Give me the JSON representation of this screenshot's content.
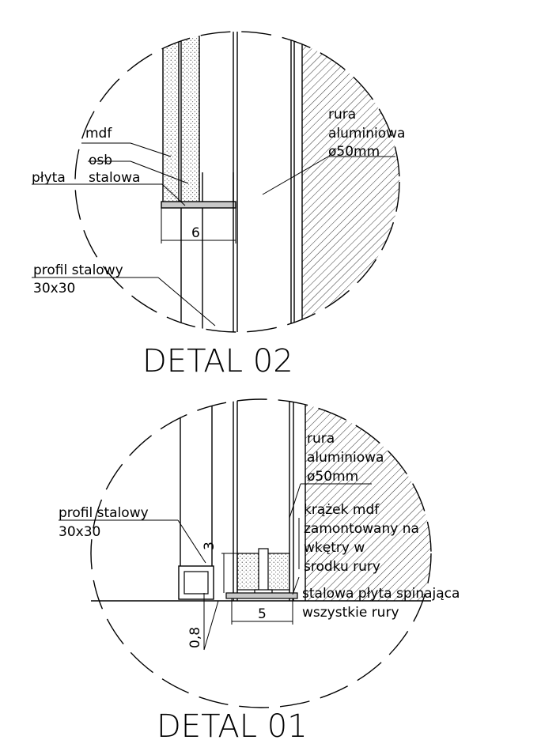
{
  "detail_top": {
    "title": "DETAL 02",
    "labels": {
      "mdf": "mdf",
      "osb": "osb",
      "plyta": "płyta",
      "stalowa": "stalowa",
      "rura_1": "rura",
      "rura_2": "aluminiowa",
      "rura_3": "ø50mm",
      "profil_1": "profil stalowy",
      "profil_2": "30x30",
      "dim_6": "6"
    }
  },
  "detail_bottom": {
    "title": "DETAL 01",
    "labels": {
      "rura_1": "rura",
      "rura_2": "aluminiowa",
      "rura_3": "ø50mm",
      "profil_1": "profil stalowy",
      "profil_2": "30x30",
      "krazek_1": "krążek mdf",
      "krazek_2": "zamontowany na",
      "krazek_3": "wkętry w",
      "krazek_4": "środku rury",
      "plyta_1": "stalowa płyta spinająca",
      "plyta_2": "wszystkie rury",
      "dim_3": "3",
      "dim_5": "5",
      "dim_08": "0,8"
    }
  }
}
